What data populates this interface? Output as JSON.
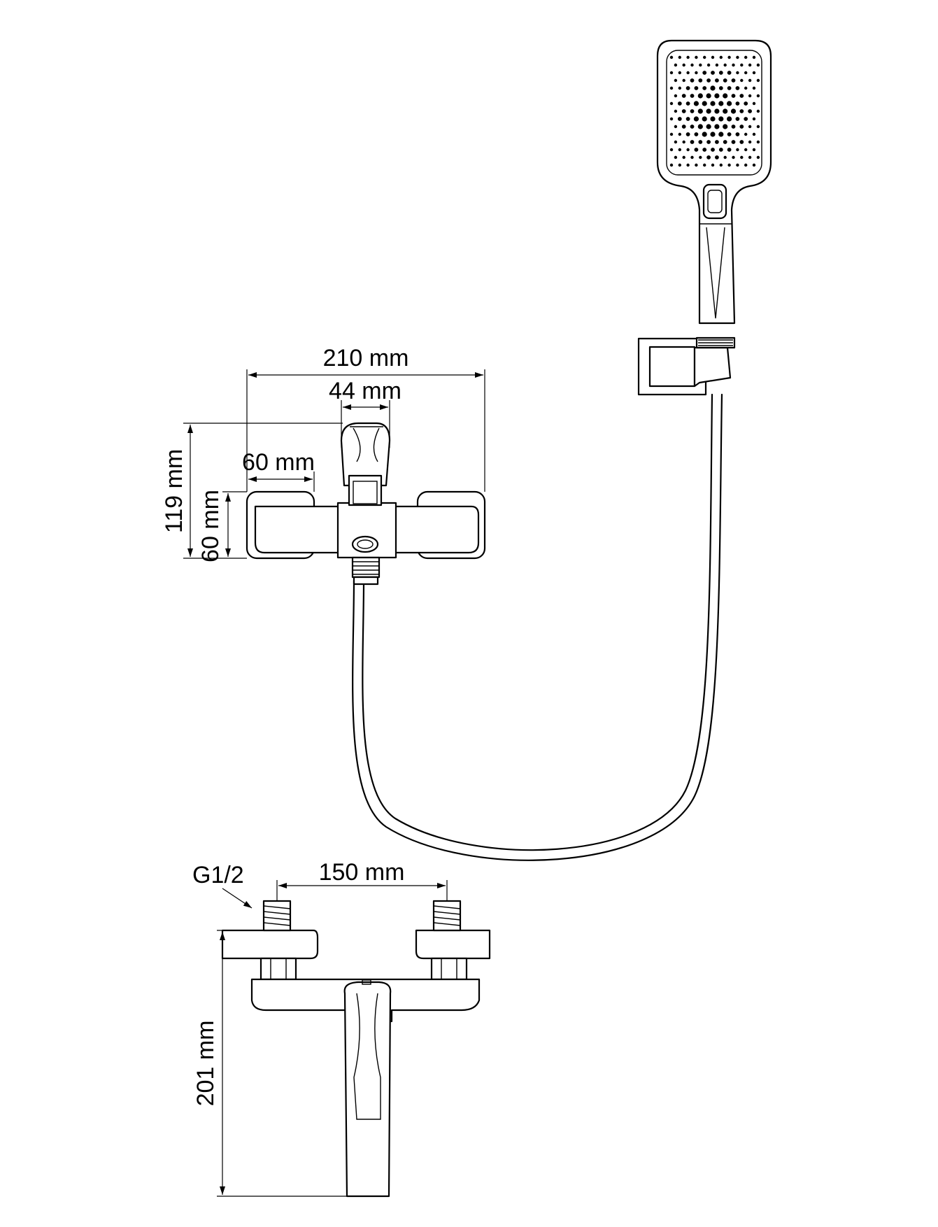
{
  "dimensions": {
    "overall_width": "210 mm",
    "lever_width": "44 mm",
    "handle_width": "60 mm",
    "overall_height": "119 mm",
    "handle_height": "60 mm",
    "inlet_spacing": "150 mm",
    "depth": "201 mm"
  },
  "thread_callout": "G1/2",
  "colors": {
    "line": "#000000",
    "background": "#ffffff"
  }
}
